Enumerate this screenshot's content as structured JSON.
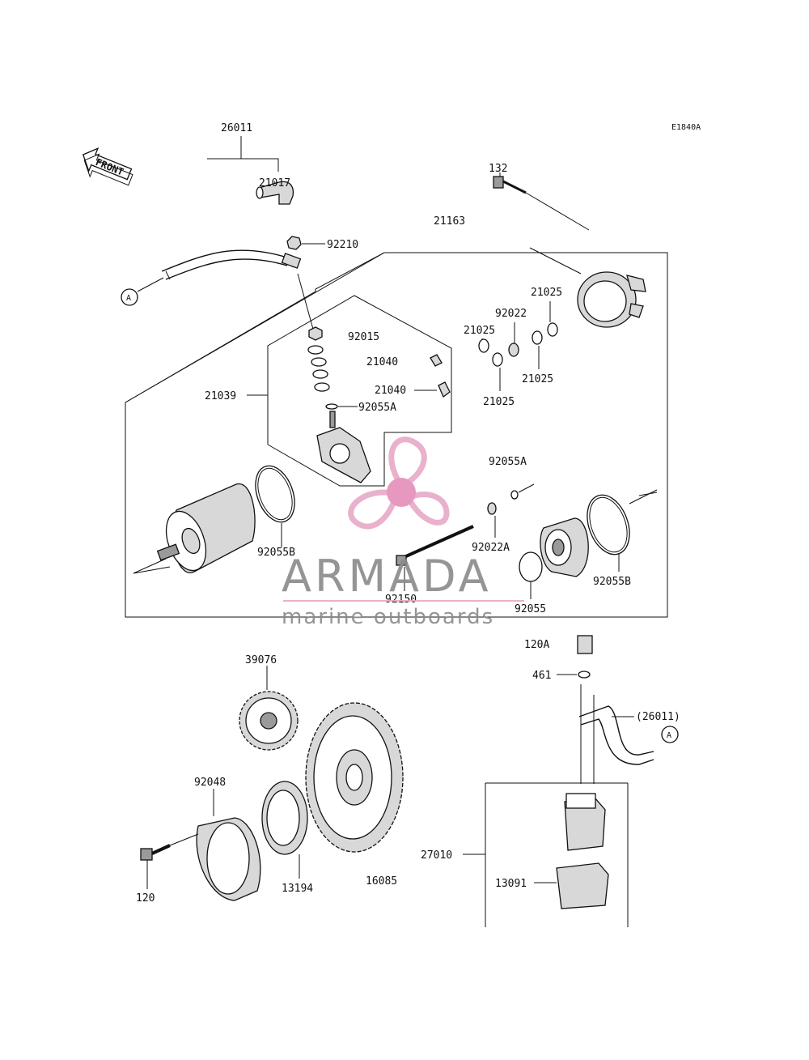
{
  "diagram_code": "E1840A",
  "front_label": "FRONT",
  "connector_label": "A",
  "watermark": {
    "brand": "ARMADA",
    "tagline": "marine outboards",
    "colors": {
      "brand": "#8a8a8a",
      "logo": "#e7a9c7",
      "logo_hub": "#e58db8"
    }
  },
  "colors": {
    "line": "#111111",
    "part_fill": "#d8d8d8"
  },
  "labels": {
    "p26011": "26011",
    "p21017": "21017",
    "p92210": "92210",
    "p132": "132",
    "p21163": "21163",
    "p21025_a": "21025",
    "p92022": "92022",
    "p21025_b": "21025",
    "p92015": "92015",
    "p21040_a": "21040",
    "p21040_b": "21040",
    "p21025_c": "21025",
    "p21025_d": "21025",
    "p21039": "21039",
    "p92055A_a": "92055A",
    "p92055A_b": "92055A",
    "p92022A": "92022A",
    "p92055B_a": "92055B",
    "p92055B_b": "92055B",
    "p92150": "92150",
    "p92055": "92055",
    "p120A": "120A",
    "p461": "461",
    "p26011_ref": "(26011)",
    "p39076": "39076",
    "p92048": "92048",
    "p120": "120",
    "p13194": "13194",
    "p16085": "16085",
    "p27010": "27010",
    "p13091": "13091"
  }
}
